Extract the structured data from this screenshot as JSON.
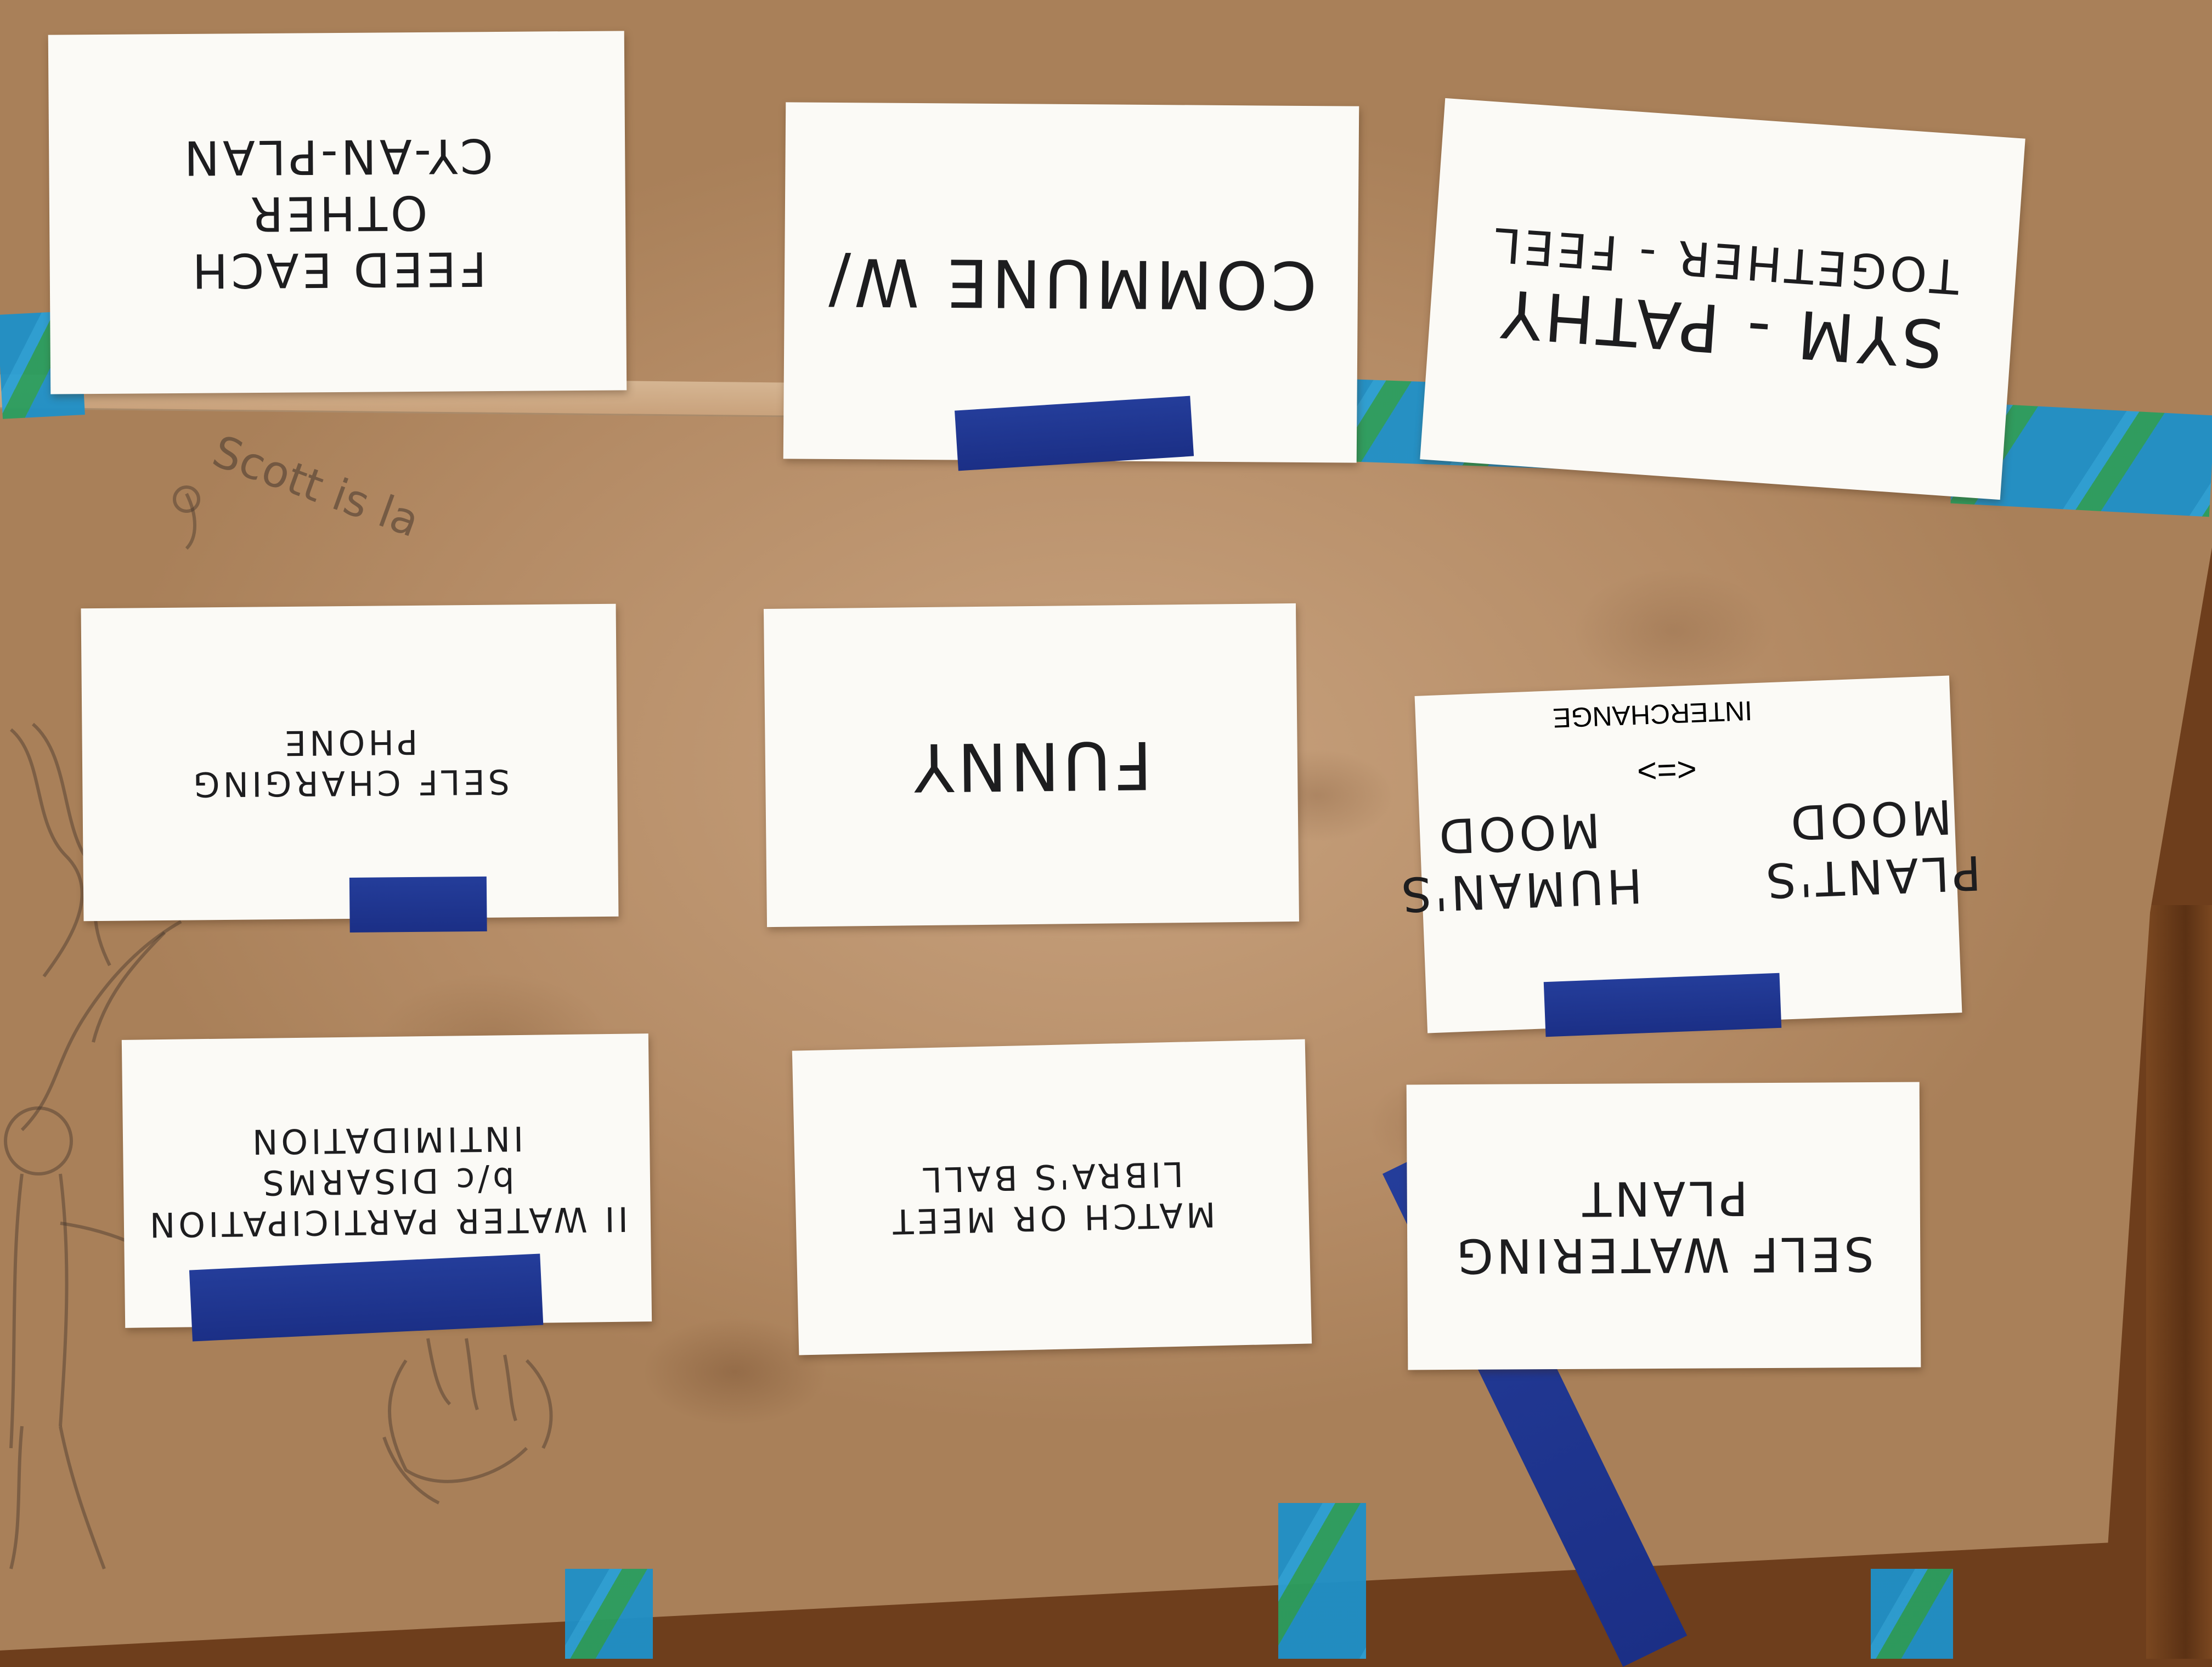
{
  "scene": "brown paper with handwritten index cards",
  "pencil_note": "Scott is la",
  "cards": [
    {
      "id": "card-1",
      "lines": [
        "FEED EACH",
        "OTHER",
        "CY-AN-PLAN"
      ]
    },
    {
      "id": "card-2",
      "lines": [
        "COMMUNE W/"
      ]
    },
    {
      "id": "card-3",
      "lines": [
        "SYM - PATHY",
        "TOGETHER - FEEL"
      ]
    },
    {
      "id": "card-4",
      "lines": [
        "SELF CHARGING",
        "PHONE"
      ]
    },
    {
      "id": "card-5",
      "lines": [
        "FUNNY"
      ]
    },
    {
      "id": "card-6",
      "lines": [
        "PLANT'S",
        "MOOD",
        "HUMAN'S",
        "MOOD",
        "INTERCHANGE",
        "<=>"
      ]
    },
    {
      "id": "card-7",
      "lines": [
        "II WATER PARTICIPATION",
        "b/c DISARMS",
        "INTIMIDATION"
      ]
    },
    {
      "id": "card-8",
      "lines": [
        "MATCH OR MEET",
        "LIBRA'S BALL"
      ]
    },
    {
      "id": "card-9",
      "lines": [
        "SELF WATERING",
        "PLANT"
      ]
    }
  ],
  "colors": {
    "paper": "#c8a27e",
    "card": "#fbfaf6",
    "tape_light": "#1e90c8",
    "tape_dark": "#243d9a",
    "ink": "#1d1d1f"
  }
}
